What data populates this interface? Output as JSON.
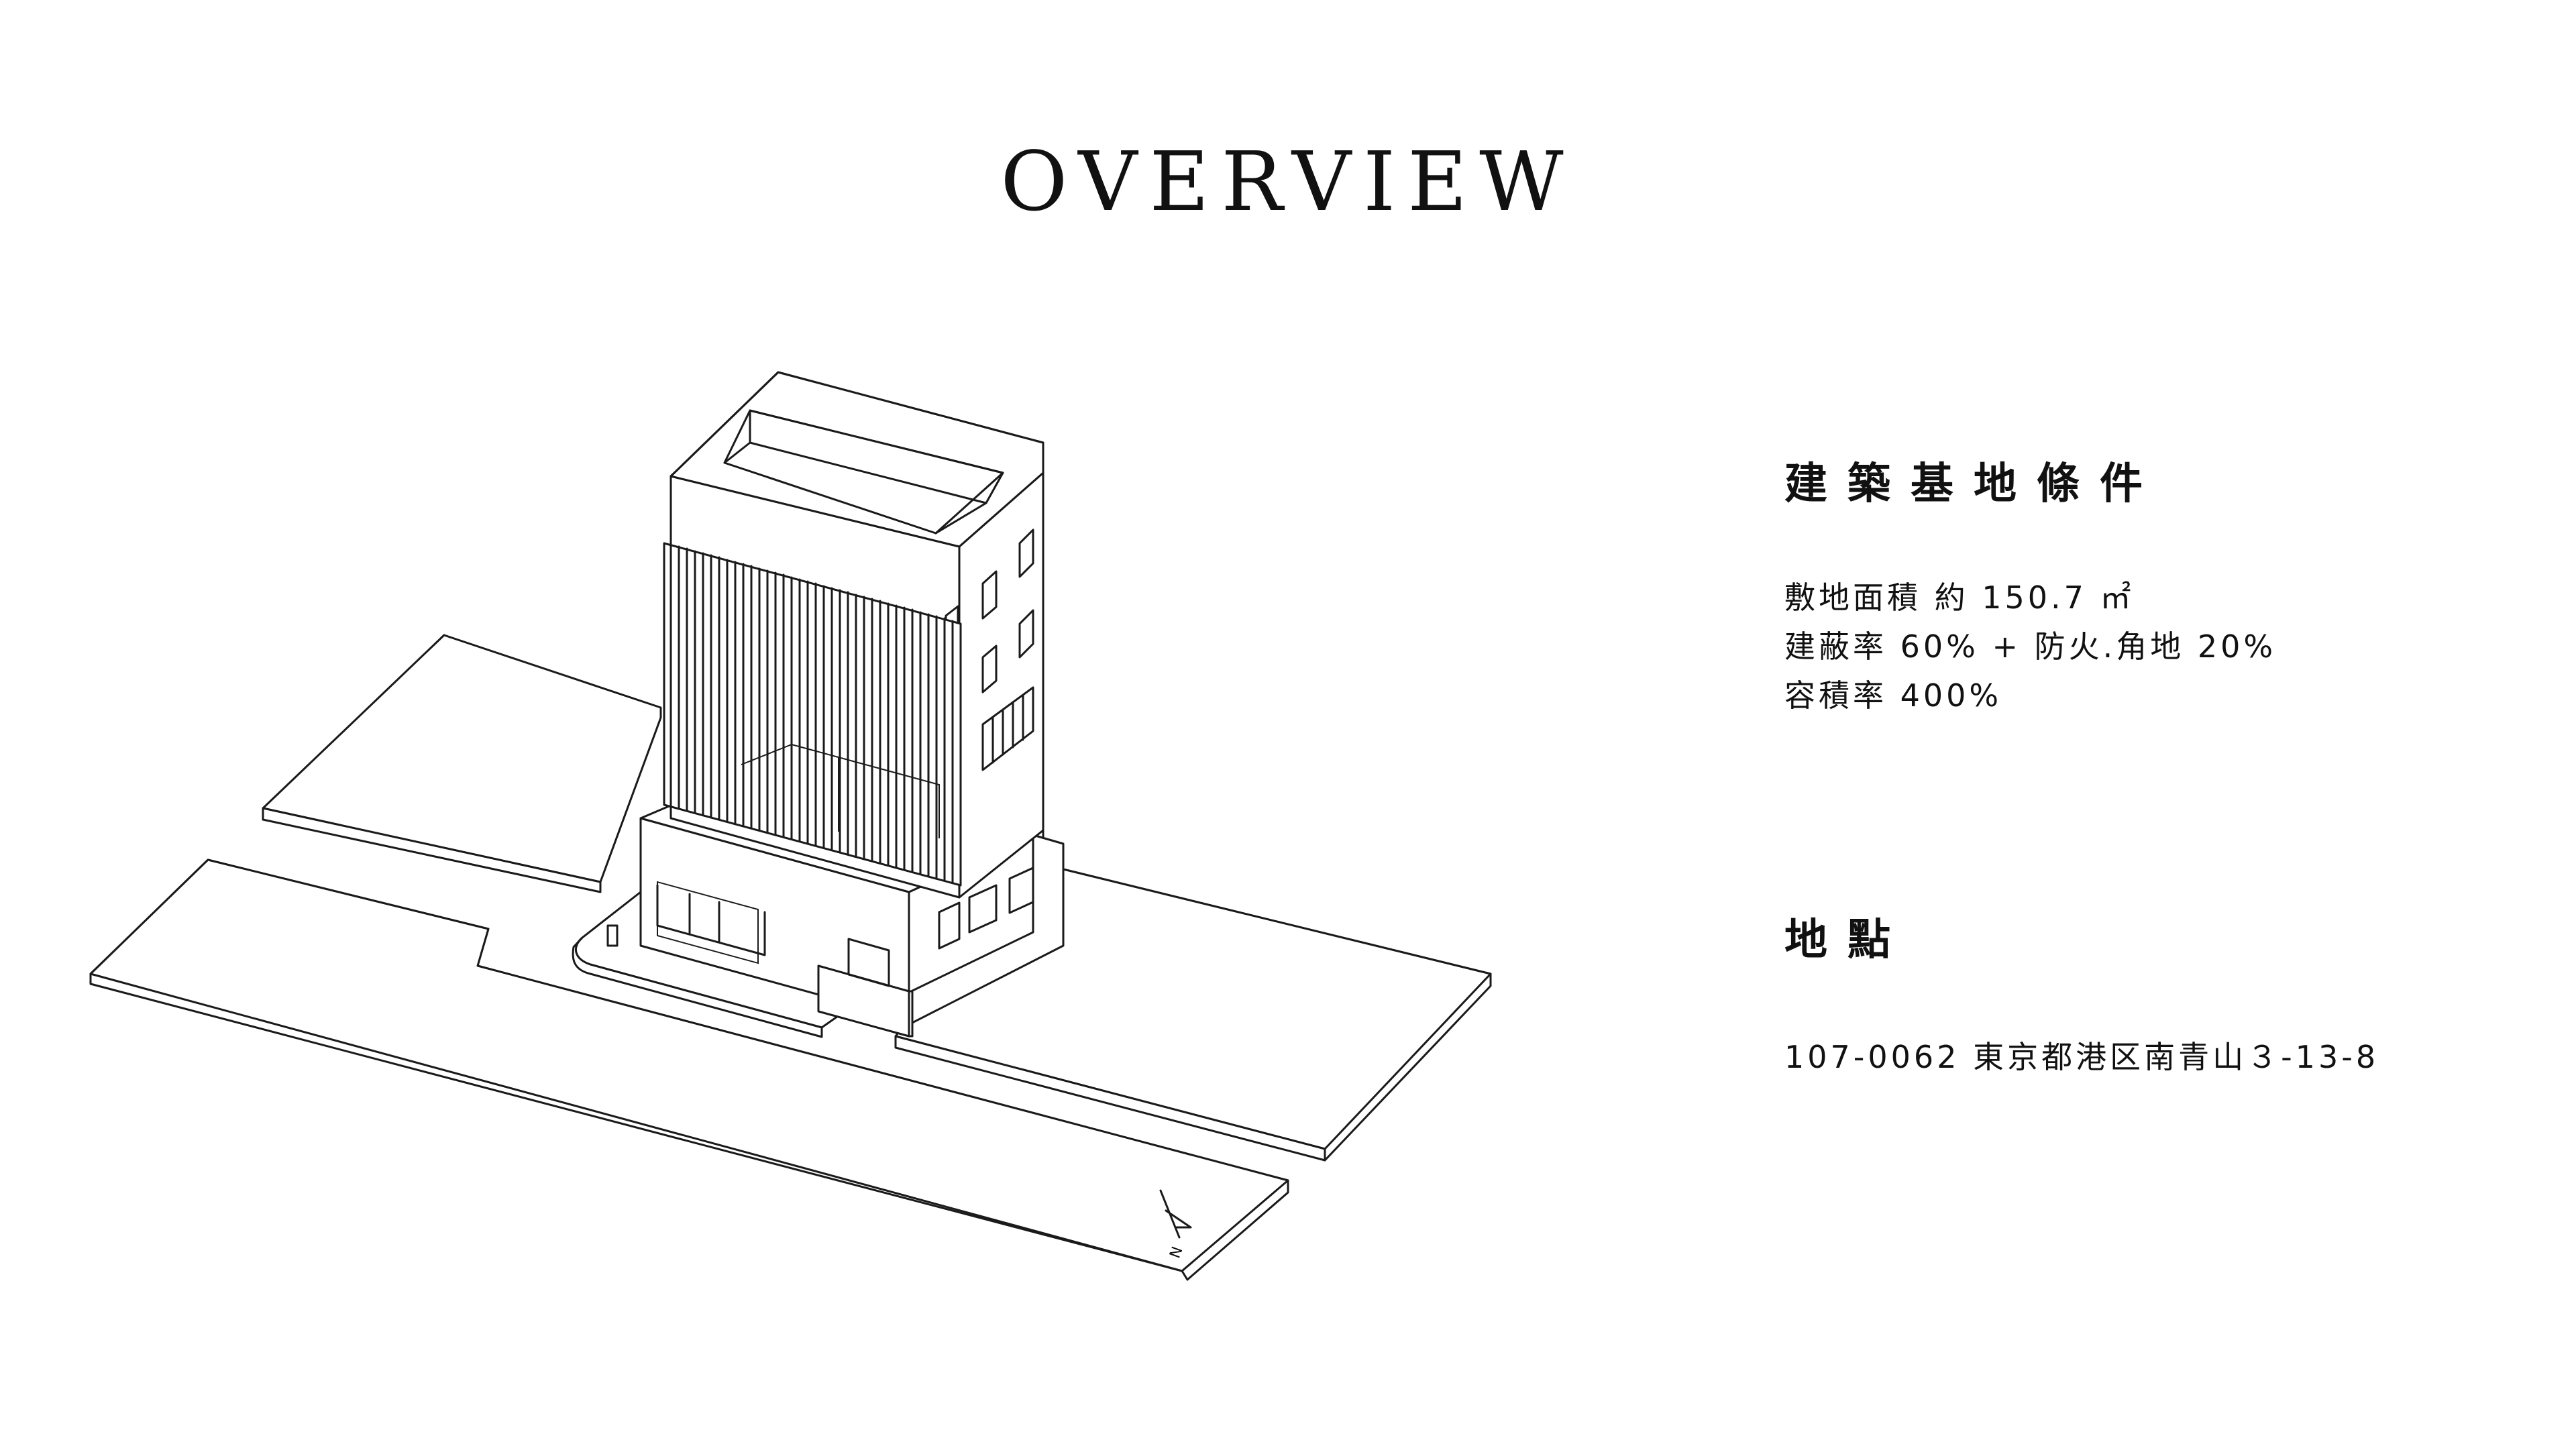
{
  "title": "OVERVIEW",
  "building_conditions": {
    "heading": "建築基地條件",
    "lines": [
      "敷地面積 約 150.7 ㎡",
      "建蔽率 60% + 防火.角地 20%",
      "容積率 400%"
    ]
  },
  "location": {
    "heading": "地點",
    "address": "107-0062 東京都港区南青山３-13-8"
  },
  "north_label": "N"
}
